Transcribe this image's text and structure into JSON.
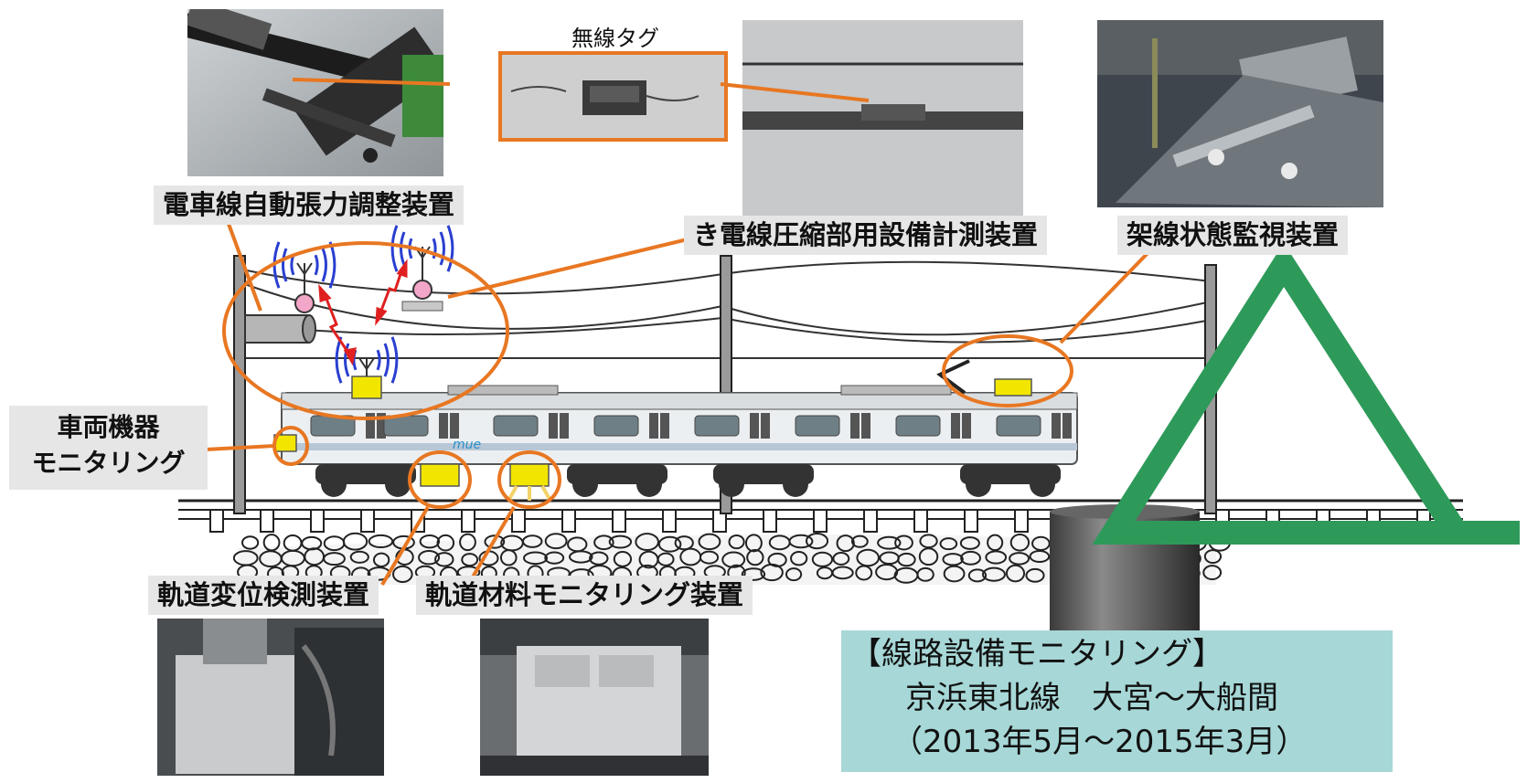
{
  "labels": {
    "wireless_tag": "無線タグ",
    "auto_tension": "電車線自動張力調整装置",
    "compression_joint": "き電線圧縮部用設備計測装置",
    "overhead_monitor": "架線状態監視装置",
    "vehicle_equipment": "車両機器\nモニタリング",
    "track_displacement": "軌道変位検測装置",
    "track_material": "軌道材料モニタリング装置"
  },
  "info_box": {
    "line1": "【線路設備モニタリング】",
    "line2": "京浜東北線　大宮～大船間",
    "line3": "（2013年5月～2015年3月）"
  },
  "train_logo": "mue",
  "colors": {
    "callout_orange": "#e87722",
    "device_yellow": "#f2e600",
    "triangle_green": "#2e9a5a",
    "info_box_bg": "#a7d7d7",
    "label_bg": "#e6e6e6",
    "signal_red": "#e02020",
    "wave_blue": "#2a3fd0"
  }
}
